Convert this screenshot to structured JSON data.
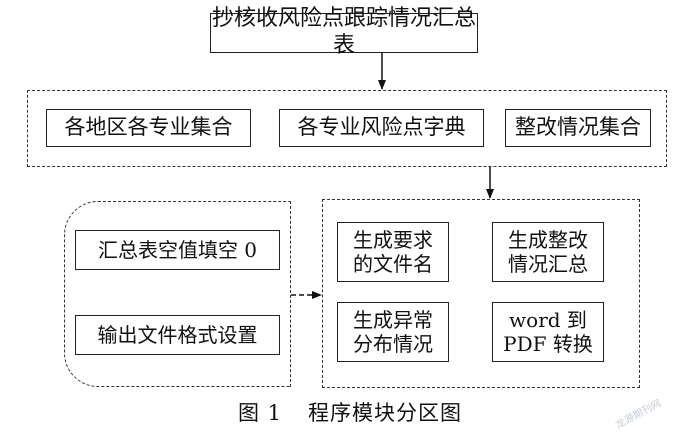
{
  "top_box": "抄核收风险点跟踪情况汇总表",
  "group1": {
    "items": [
      "各地区各专业集合",
      "各专业风险点字典",
      "整改情况集合"
    ]
  },
  "group2": {
    "items": [
      "汇总表空值填空 0",
      "输出文件格式设置"
    ]
  },
  "group3": {
    "items": [
      "生成要求\n的文件名",
      "生成整改\n情况汇总",
      "生成异常\n分布情况",
      "word 到\nPDF 转换"
    ]
  },
  "caption": {
    "number": "图 1",
    "title": "程序模块分区图"
  },
  "watermark": "龙源期刊网"
}
